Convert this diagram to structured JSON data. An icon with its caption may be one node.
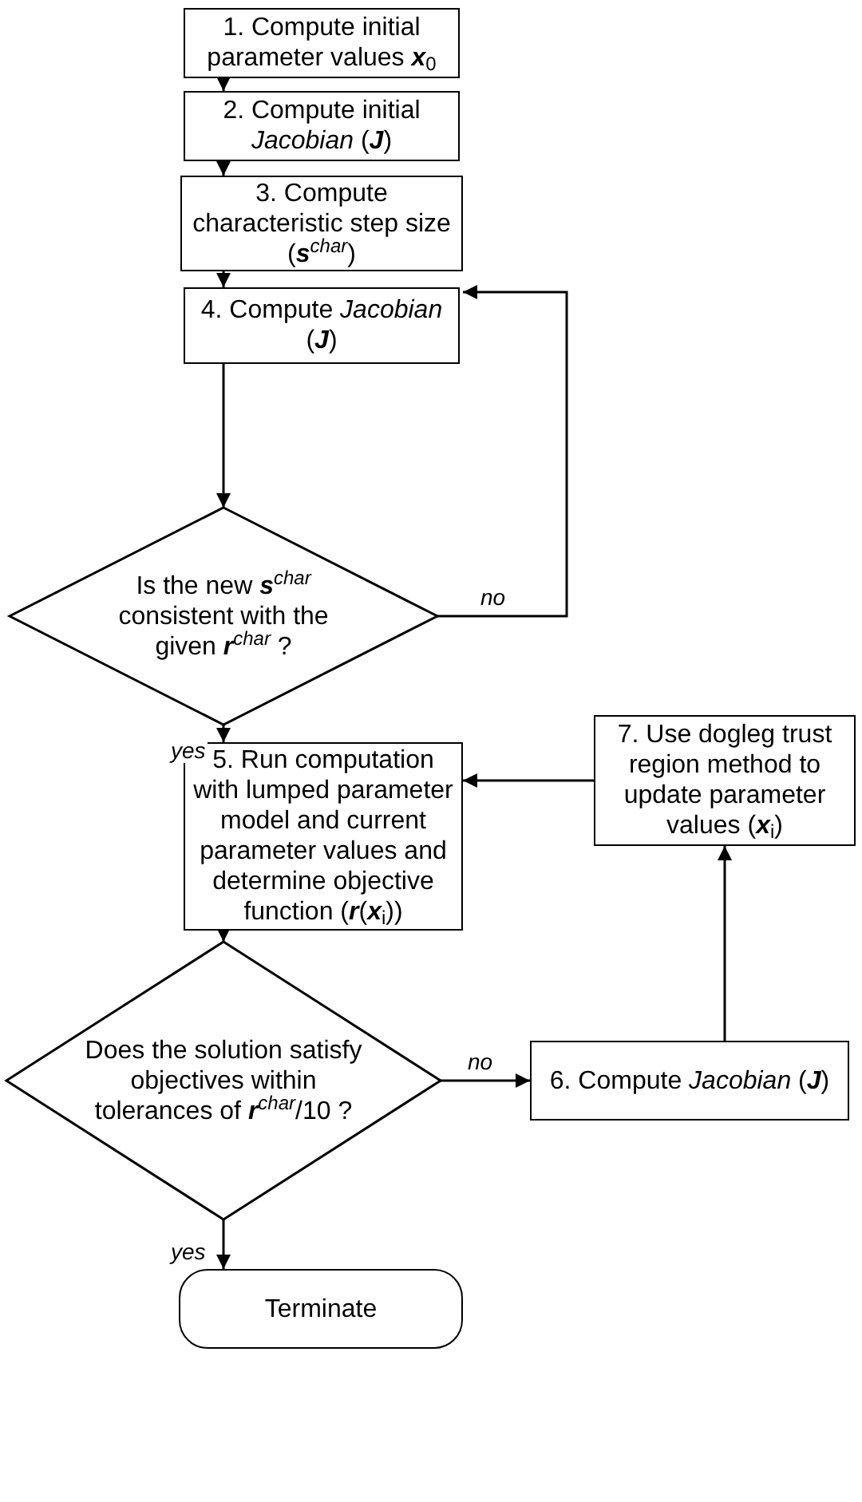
{
  "diagram": {
    "nodes": [
      {
        "text": [
          "1. Compute initial parameter values **x**$_{0}$"
        ]
      },
      {
        "text": [
          "2. Compute initial *Jacobian* (**J**)"
        ]
      },
      {
        "text": [
          "3. Compute characteristic step size (**s**$^{char}$)"
        ]
      },
      {
        "text": [
          "4. Compute *Jacobian* (**J**)"
        ]
      },
      {
        "text": [
          "Is the new **s**$^{char}$ consistent with the given **r**$^{char}$ ?"
        ]
      },
      {
        "text": [
          "5. Run computation with lumped parameter model and current parameter values and determine objective function (**r**(**x**$_{i}$))"
        ]
      },
      {
        "text": [
          "Does the solution satisfy objectives within tolerances of **r**$^{char}$/10 ?"
        ]
      },
      {
        "text": [
          "6. Compute *Jacobian* (**J**)"
        ]
      },
      {
        "text": [
          "7. Use dogleg trust region method to update parameter values (**x**$_{i}$)"
        ]
      },
      {
        "text": [
          "Terminate"
        ]
      }
    ],
    "edges": [
      {
        "from": 0,
        "to": 1,
        "arrow": "to"
      },
      {
        "from": 1,
        "to": 2,
        "arrow": "to"
      },
      {
        "from": 2,
        "to": 3,
        "arrow": "to"
      },
      {
        "from": 3,
        "to": 4,
        "arrow": "to"
      },
      {
        "from": 4,
        "to": 2,
        "arrow": "to",
        "label": "no"
      },
      {
        "from": 4,
        "to": 5,
        "arrow": "to",
        "label": "yes"
      },
      {
        "from": 5,
        "to": 6,
        "arrow": "to"
      },
      {
        "from": 6,
        "to": 7,
        "arrow": "to",
        "label": "no"
      },
      {
        "from": 7,
        "to": 8,
        "arrow": "to"
      },
      {
        "from": 8,
        "to": 5,
        "arrow": "to"
      },
      {
        "from": 6,
        "to": 9,
        "arrow": "to",
        "label": "yes"
      }
    ]
  }
}
